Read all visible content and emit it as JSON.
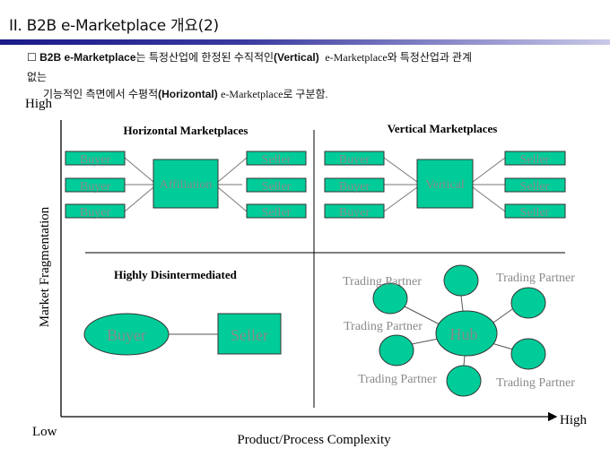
{
  "slide_title": "II. B2B e-Marketplace 개요(2)",
  "intro": {
    "bullet": "☐",
    "line1_bold": "B2B e-Marketplace",
    "line1_a": "는 특정산업에 한정된 수직적인",
    "line1_bold2": "(Vertical)",
    "line1_b": "e-Marketplace와  특정산업과 관계",
    "line2": "없는",
    "line3_a": "기능적인 측면에서 수평적",
    "line3_bold": "(Horizontal)",
    "line3_b": "e-Marketplace로 구분함."
  },
  "axes": {
    "y_high": "High",
    "low": "Low",
    "x_high": "High",
    "y_label": "Market Fragmentation",
    "x_label": "Product/Process Complexity"
  },
  "quadrants": {
    "horizontal": {
      "title": "Horizontal Marketplaces",
      "buyers": [
        "Buyer",
        "Buyer",
        "Buyer"
      ],
      "center": "Affiliation",
      "sellers": [
        "Seller",
        "Seller",
        "Seller"
      ]
    },
    "vertical": {
      "title": "Vertical Marketplaces",
      "buyers": [
        "Buyer",
        "Buyer",
        "Buyer"
      ],
      "center": "Vertical",
      "sellers": [
        "Seller",
        "Seller",
        "Seller"
      ]
    },
    "disintermediated": {
      "title": "Highly Disintermediated",
      "buyer": "Buyer",
      "seller": "Seller"
    },
    "hub": {
      "center": "Hub",
      "partners": [
        "Trading Partner",
        "Trading Partner",
        "Trading Partner",
        "Trading Partner",
        "Trading Partner"
      ]
    }
  },
  "colors": {
    "shape_fill": "#00CC99",
    "shape_text": "#8a8a8a"
  }
}
